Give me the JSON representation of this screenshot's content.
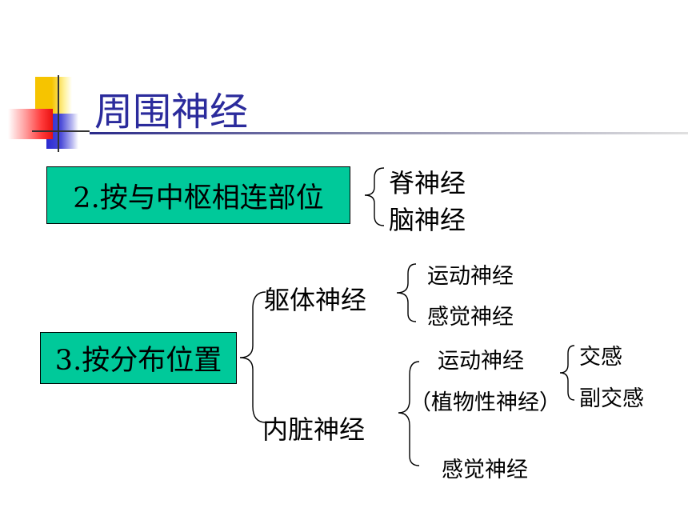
{
  "slide": {
    "title": "周围神经",
    "section2": {
      "label": "2.按与中枢相连部位",
      "items": [
        "脊神经",
        "脑神经"
      ]
    },
    "section3": {
      "label": "3.按分布位置",
      "somatic": {
        "label": "躯体神经",
        "items": [
          "运动神经",
          "感觉神经"
        ]
      },
      "visceral": {
        "label": "内脏神经",
        "motor": "运动神经",
        "motor_note": "（植物性神经）",
        "motor_items": [
          "交感",
          "副交感"
        ],
        "sensory": "感觉神经"
      }
    }
  }
}
